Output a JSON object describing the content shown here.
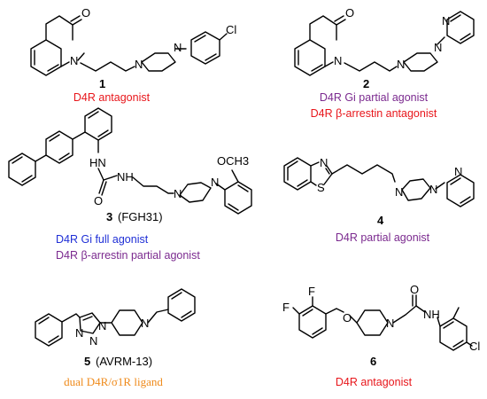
{
  "colors": {
    "red": "#e8161b",
    "purple": "#7b2a8f",
    "blue": "#1f2fd6",
    "orange": "#ef8a1a"
  },
  "compounds": [
    {
      "number": "1",
      "alias": "",
      "atoms": {
        "N1": "N",
        "N2": "N",
        "N3": "N",
        "O": "O",
        "Cl": "Cl"
      },
      "activities": [
        {
          "text": "D4R antagonist",
          "color": "#e8161b"
        }
      ]
    },
    {
      "number": "2",
      "alias": "",
      "atoms": {
        "N1": "N",
        "N2": "N",
        "N3": "N",
        "N4": "N",
        "O": "O"
      },
      "activities": [
        {
          "text": "D4R Gi partial agonist",
          "color": "#7b2a8f"
        },
        {
          "text": "D4R β-arrestin antagonist",
          "color": "#e8161b"
        }
      ]
    },
    {
      "number": "3",
      "alias": "(FGH31)",
      "atoms": {
        "HN": "HN",
        "NH": "NH",
        "O": "O",
        "N1": "N",
        "N2": "N",
        "OCH3": "OCH3"
      },
      "activities": [
        {
          "text": "D4R Gi full agonist",
          "color": "#1f2fd6"
        },
        {
          "text": "D4R β-arrestin partial agonist",
          "color": "#7b2a8f"
        }
      ]
    },
    {
      "number": "4",
      "alias": "",
      "atoms": {
        "N1": "N",
        "S": "S",
        "N2": "N",
        "N3": "N",
        "N4": "N"
      },
      "activities": [
        {
          "text": "D4R partial agonist",
          "color": "#7b2a8f"
        }
      ]
    },
    {
      "number": "5",
      "alias": "(AVRM-13)",
      "atoms": {
        "N1": "N",
        "N2": "N",
        "N3": "N",
        "N4": "N"
      },
      "activities": [
        {
          "text": "dual D4R/σ1R ligand",
          "color": "#ef8a1a"
        }
      ]
    },
    {
      "number": "6",
      "alias": "",
      "atoms": {
        "F1": "F",
        "F2": "F",
        "O1": "O",
        "N1": "N",
        "O2": "O",
        "NH": "NH",
        "Cl": "Cl"
      },
      "activities": [
        {
          "text": "D4R antagonist",
          "color": "#e8161b"
        }
      ]
    }
  ]
}
